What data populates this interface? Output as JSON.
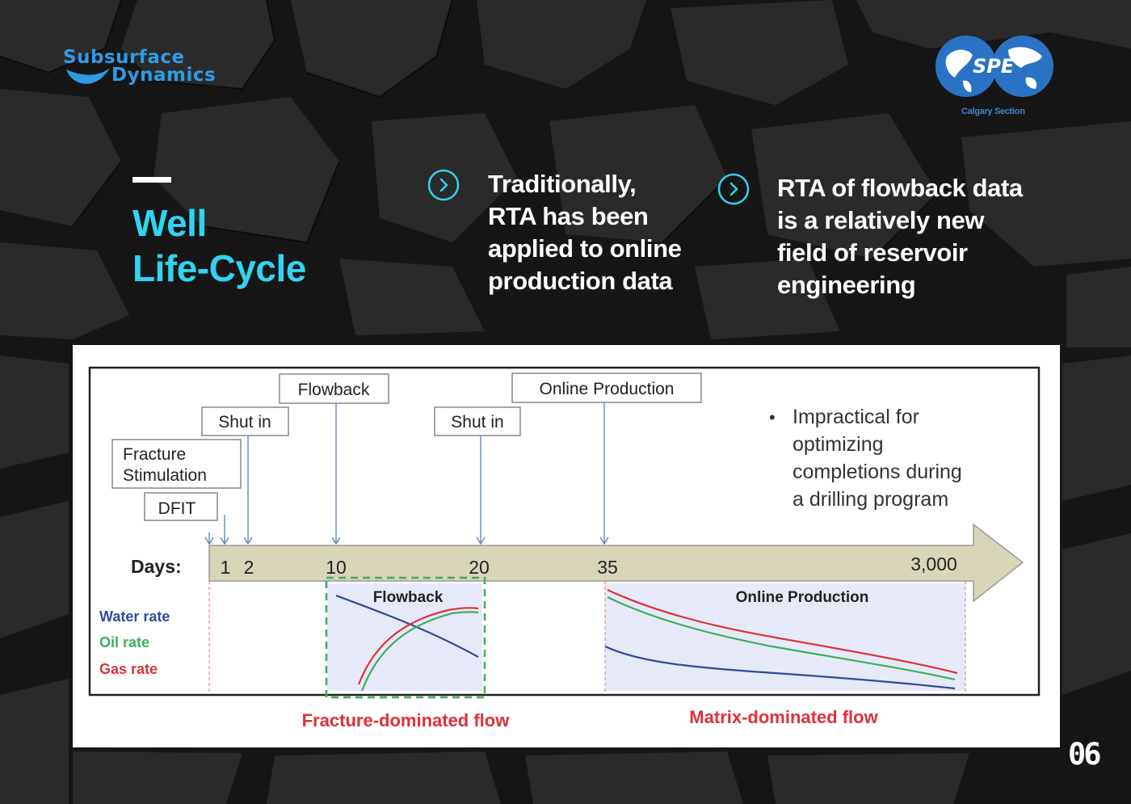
{
  "branding": {
    "left_logo_line1": "Subsurface",
    "left_logo_line2": "Dynamics",
    "right_logo_text": "SPE",
    "right_logo_subtext": "Calgary Section",
    "brand_color": "#2f9be6"
  },
  "slide": {
    "title_line1": "Well",
    "title_line2": "Life-Cycle",
    "title_color": "#32d3f0",
    "page_number": "06"
  },
  "bullets": [
    {
      "icon": "chevron-right-circle-icon",
      "lines": [
        "Traditionally,",
        "RTA has been",
        "applied to online",
        "production data"
      ]
    },
    {
      "icon": "chevron-right-circle-icon",
      "lines": [
        "RTA of flowback data",
        "is a relatively new",
        "field of reservoir",
        "engineering"
      ]
    }
  ],
  "diagram": {
    "events": {
      "flowback": "Flowback",
      "online_production": "Online Production",
      "shut_in_1": "Shut in",
      "shut_in_2": "Shut in",
      "fracture_line1": "Fracture",
      "fracture_line2": "Stimulation",
      "dfit": "DFIT"
    },
    "note_bullet": "•",
    "note_lines": [
      "Impractical for",
      "optimizing",
      "completions during",
      "a drilling program"
    ],
    "days_label": "Days:",
    "day_ticks": [
      "1",
      "2",
      "10",
      "20",
      "35",
      "3,000"
    ],
    "legend": [
      {
        "label": "Water rate",
        "color": "#2f4a9e"
      },
      {
        "label": "Oil rate",
        "color": "#3fae5c"
      },
      {
        "label": "Gas rate",
        "color": "#e0303a"
      }
    ],
    "flowback_box_label": "Flowback",
    "online_box_label": "Online Production",
    "footer_left": "Fracture-dominated flow",
    "footer_right": "Matrix-dominated flow",
    "footer_color": "#e0303a",
    "arrow_color": "#d8d5b8",
    "highlight_color": "#e6eaf8"
  }
}
